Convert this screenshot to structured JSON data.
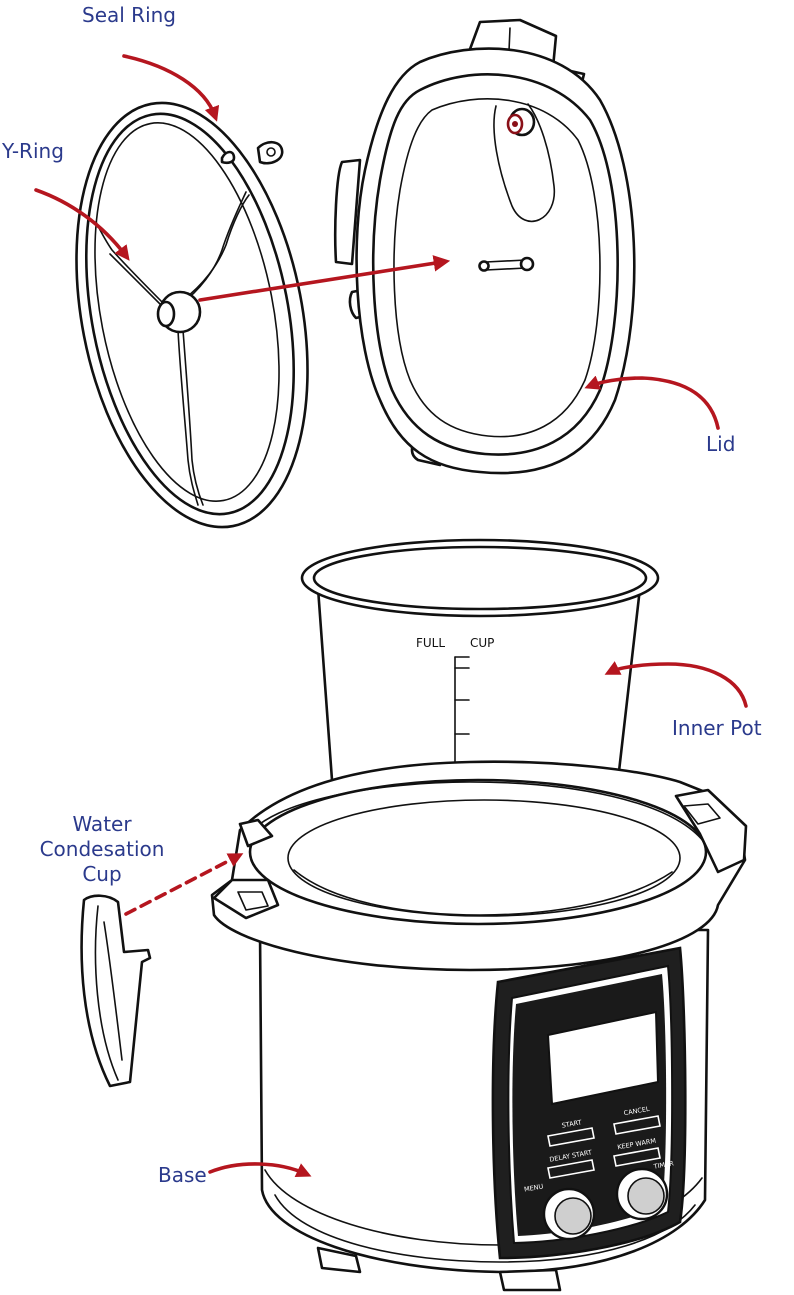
{
  "labels": {
    "seal_ring": "Seal Ring",
    "y_ring": "Y-Ring",
    "lid": "Lid",
    "inner_pot": "Inner Pot",
    "water_cup_line1": "Water",
    "water_cup_line2": "Condesation",
    "water_cup_line3": "Cup",
    "base": "Base"
  },
  "inner_pot": {
    "full_mark": "FULL",
    "cup_mark": "CUP"
  },
  "control_panel": {
    "start": "START",
    "cancel": "CANCEL",
    "delay_start": "DELAY START",
    "keep_warm": "KEEP WARM",
    "menu": "MENU",
    "timer": "TIMER"
  },
  "colors": {
    "label_text": "#2b3a8c",
    "arrow": "#b5161f",
    "outline": "#111111",
    "panel": "#1a1a1a"
  }
}
